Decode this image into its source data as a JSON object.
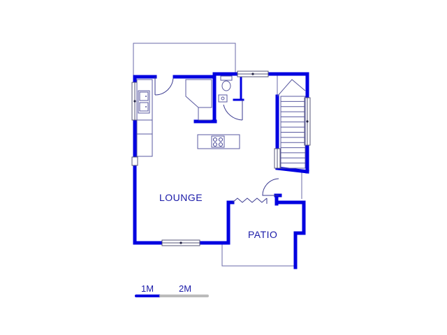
{
  "plan": {
    "rooms": [
      {
        "id": "lounge",
        "label": "LOUNGE"
      },
      {
        "id": "patio",
        "label": "PATIO"
      }
    ],
    "scale_bar": {
      "labels": [
        "1M",
        "2M"
      ],
      "colors": {
        "primary": "#0000e0",
        "secondary": "#bbbbbb"
      }
    },
    "colors": {
      "wall": "#0000e0",
      "fixture": "#5a5aa0",
      "background": "#ffffff"
    }
  }
}
